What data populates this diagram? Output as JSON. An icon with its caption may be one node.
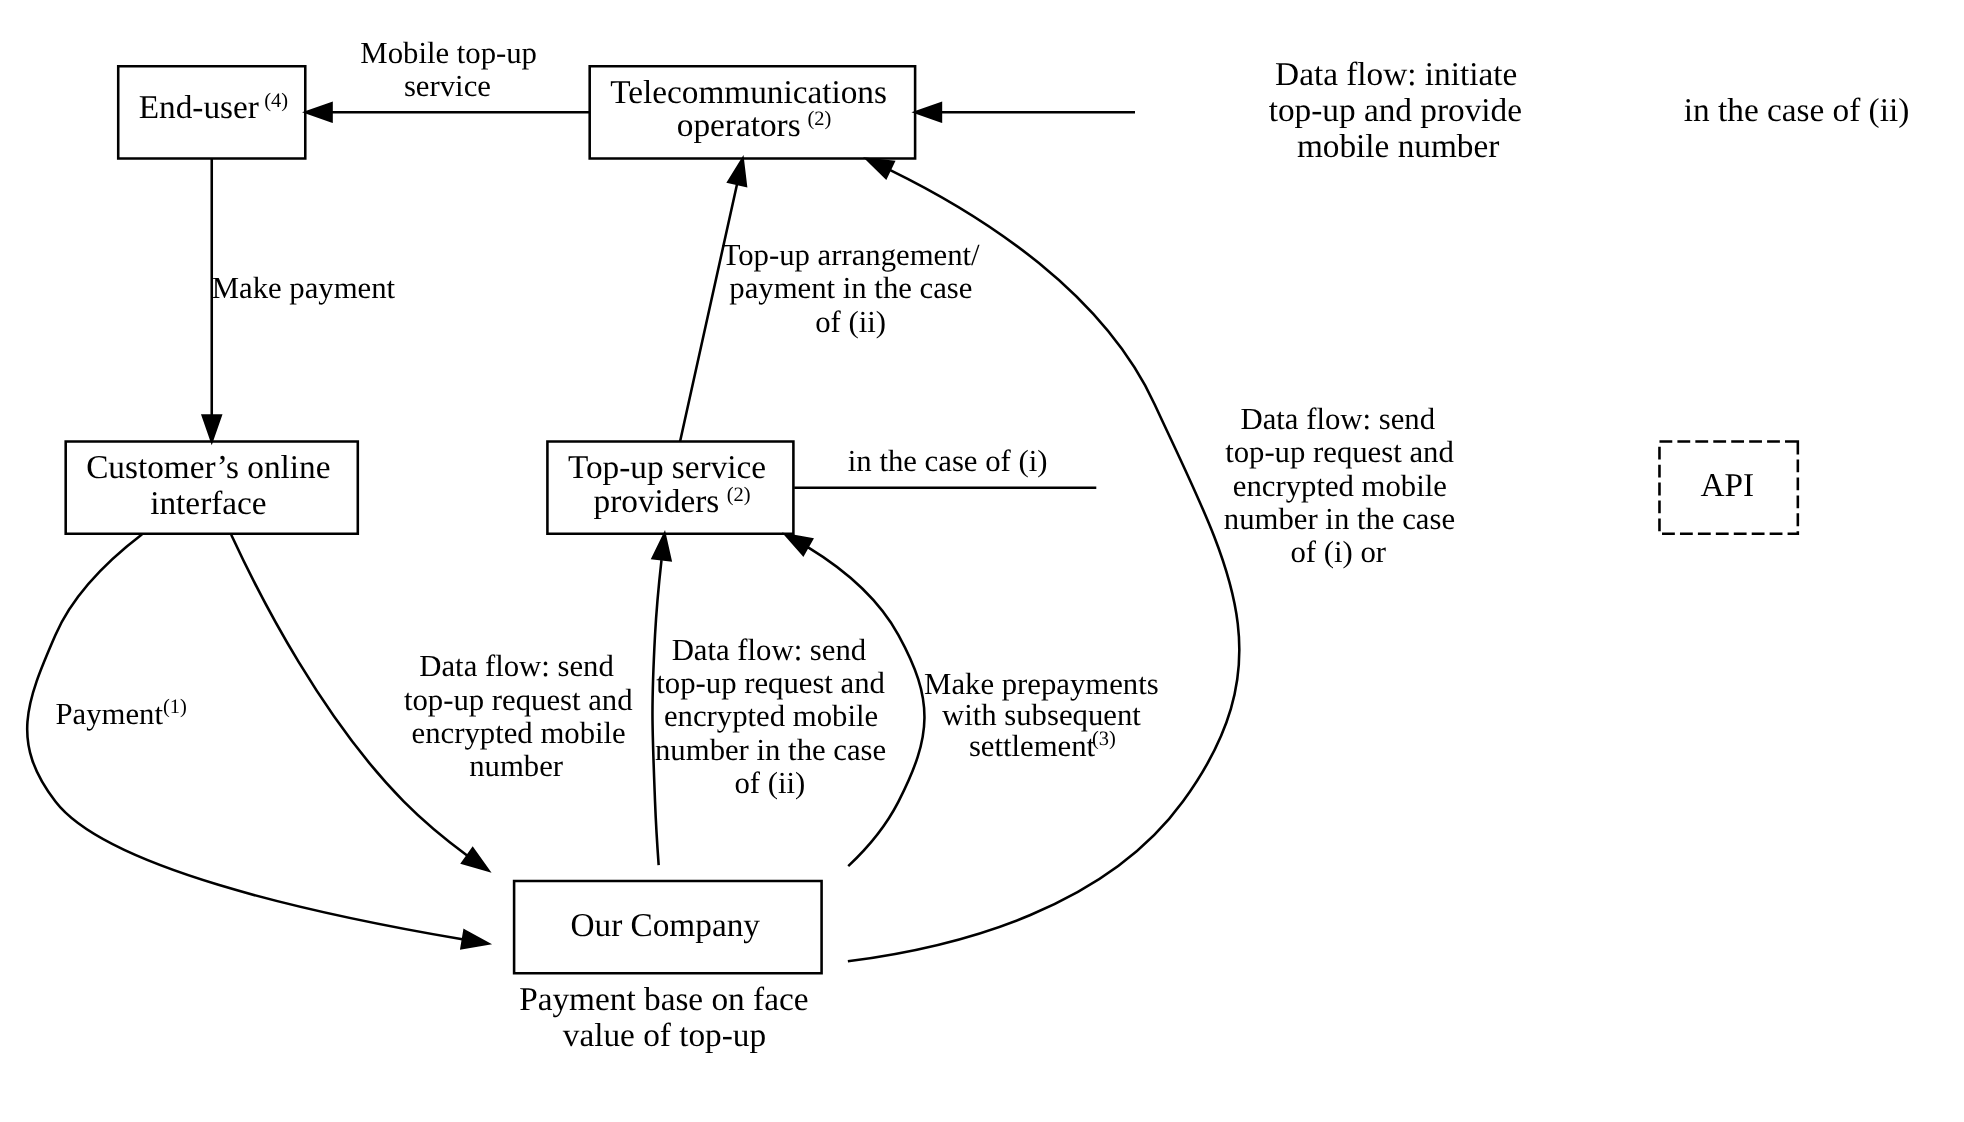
{
  "diagram": {
    "nodes": [
      {
        "text": [
          "End-user$^{(4)}$"
        ]
      },
      {
        "text": [
          "Telecommunications operators$^{(2)}$"
        ]
      },
      {
        "text": [
          "Customer’s online interface"
        ]
      },
      {
        "text": [
          "API"
        ]
      },
      {
        "text": [
          "Top-up service providers$^{(2)}$"
        ]
      },
      {
        "text": [
          "Our Company"
        ],
        "beside": [
          "Payment base on face value of top-up"
        ]
      }
    ],
    "edges": [
      {
        "from": 1,
        "to": 0,
        "arrow": "to",
        "label": "Mobile top-up service"
      },
      {
        "from": 0,
        "to": 2,
        "arrow": "to",
        "label": "Make payment"
      },
      {
        "from": 2,
        "to": 5,
        "arrow": "to",
        "label": "Payment$^{(1)}$"
      },
      {
        "from": 2,
        "to": 5,
        "arrow": "to",
        "label": "Data flow: send top-up request and encrypted mobile number"
      },
      {
        "from": 5,
        "to": 1,
        "arrow": "to",
        "label": "Data flow: send top-up request and encrypted mobile number in the case of (i) or"
      },
      {
        "from": 5,
        "to": 4,
        "arrow": "to",
        "label": "Data flow: send top-up request and encrypted mobile number in the case of (ii)"
      },
      {
        "from": 4,
        "to": 1,
        "arrow": "to",
        "label": "Top-up arrangement/ payment in the case of (ii)"
      },
      {
        "from": 5,
        "to": 4,
        "arrow": "to",
        "label": "Make prepayments with subsequent settlement$^{(3)}$"
      },
      {
        "from": null,
        "to": 4,
        "arrow": "none",
        "label": "in the case of (i)"
      },
      {
        "from": null,
        "to": 1,
        "arrow": "to"
      }
    ],
    "labels": [
      "Data flow: initiate top-up and provide mobile number",
      "in the case of (ii)"
    ]
  }
}
